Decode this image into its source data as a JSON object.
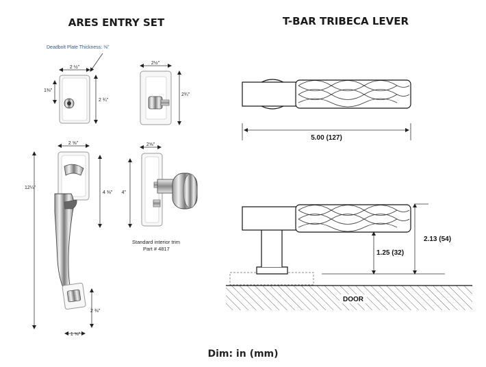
{
  "titles": {
    "left": "ARES ENTRY SET",
    "right": "T-BAR TRIBECA LEVER"
  },
  "left": {
    "deadbolt_note": "Deadbolt Plate Thickness: ⅝\"",
    "deadbolt_front": {
      "width": "2 ½\"",
      "height": "2 ¾\"",
      "cylinder": "1⅜\""
    },
    "deadbolt_side": {
      "width": "2½\"",
      "height": "2¾\""
    },
    "handleset": {
      "top_width": "2 ⅝\"",
      "total_height": "12¼\"",
      "grip_height": "4 ⅜\"",
      "bottom_height": "2 ⅜\"",
      "bottom_width": "1 ⅝\""
    },
    "interior": {
      "width": "2⅝\"",
      "height": "4\""
    },
    "caption_line1": "Standard interior trim",
    "caption_line2": "Part # 4817"
  },
  "right": {
    "length": "5.00 (127)",
    "projection": "2.13 (54)",
    "clearance": "1.25 (32)",
    "door": "DOOR"
  },
  "footer": "Dim: in (mm)"
}
